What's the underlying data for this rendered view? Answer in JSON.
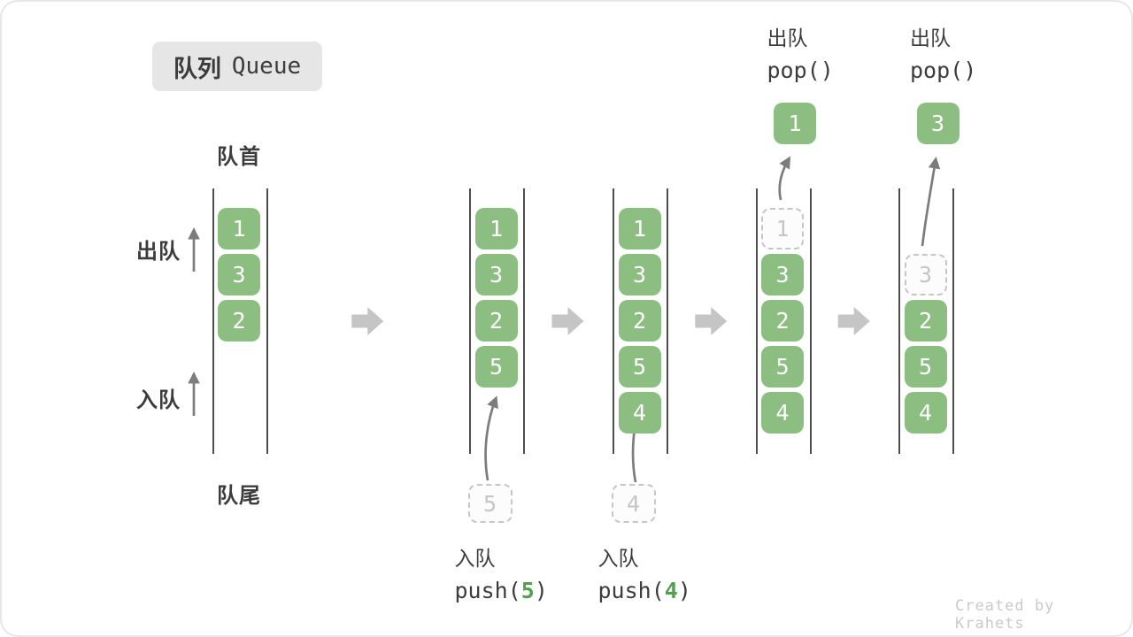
{
  "title": {
    "zh": "队列",
    "en": "Queue"
  },
  "labels": {
    "front": "队首",
    "rear": "队尾",
    "dequeue": "出队",
    "enqueue": "入队"
  },
  "watermark": "Created by Krahets",
  "colors": {
    "cell_green": "#8dbe81",
    "code_accent_green": "#55a050",
    "ghost_gray": "#c6c6c6",
    "arrow_gray": "#7c7c7c",
    "transition_arrow_gray": "#c5c5c5",
    "text_dark": "#3c3c3c",
    "badge_bg": "#e6e6e6",
    "watermark_gray": "#cacaca"
  },
  "queue_states": [
    {
      "cells": [
        {
          "slot": 0,
          "value": "1",
          "variant": "solid"
        },
        {
          "slot": 1,
          "value": "3",
          "variant": "solid"
        },
        {
          "slot": 2,
          "value": "2",
          "variant": "solid"
        }
      ]
    },
    {
      "cells": [
        {
          "slot": 0,
          "value": "1",
          "variant": "solid"
        },
        {
          "slot": 1,
          "value": "3",
          "variant": "solid"
        },
        {
          "slot": 2,
          "value": "2",
          "variant": "solid"
        },
        {
          "slot": 3,
          "value": "5",
          "variant": "solid"
        }
      ],
      "incoming_value": "5",
      "op": {
        "position": "below",
        "label": "入队",
        "code": [
          {
            "t": "push(",
            "accent": false
          },
          {
            "t": "5",
            "accent": true
          },
          {
            "t": ")",
            "accent": false
          }
        ]
      }
    },
    {
      "cells": [
        {
          "slot": 0,
          "value": "1",
          "variant": "solid"
        },
        {
          "slot": 1,
          "value": "3",
          "variant": "solid"
        },
        {
          "slot": 2,
          "value": "2",
          "variant": "solid"
        },
        {
          "slot": 3,
          "value": "5",
          "variant": "solid"
        },
        {
          "slot": 4,
          "value": "4",
          "variant": "solid"
        }
      ],
      "incoming_value": "4",
      "op": {
        "position": "below",
        "label": "入队",
        "code": [
          {
            "t": "push(",
            "accent": false
          },
          {
            "t": "4",
            "accent": true
          },
          {
            "t": ")",
            "accent": false
          }
        ]
      }
    },
    {
      "cells": [
        {
          "slot": 0,
          "value": "1",
          "variant": "dashed"
        },
        {
          "slot": 1,
          "value": "3",
          "variant": "solid"
        },
        {
          "slot": 2,
          "value": "2",
          "variant": "solid"
        },
        {
          "slot": 3,
          "value": "5",
          "variant": "solid"
        },
        {
          "slot": 4,
          "value": "4",
          "variant": "solid"
        }
      ],
      "outgoing_value": "1",
      "op": {
        "position": "above",
        "label": "出队",
        "code": [
          {
            "t": "pop()",
            "accent": false
          }
        ]
      }
    },
    {
      "cells": [
        {
          "slot": 1,
          "value": "3",
          "variant": "dashed"
        },
        {
          "slot": 2,
          "value": "2",
          "variant": "solid"
        },
        {
          "slot": 3,
          "value": "5",
          "variant": "solid"
        },
        {
          "slot": 4,
          "value": "4",
          "variant": "solid"
        }
      ],
      "outgoing_value": "3",
      "op": {
        "position": "above",
        "label": "出队",
        "code": [
          {
            "t": "pop()",
            "accent": false
          }
        ]
      }
    }
  ]
}
